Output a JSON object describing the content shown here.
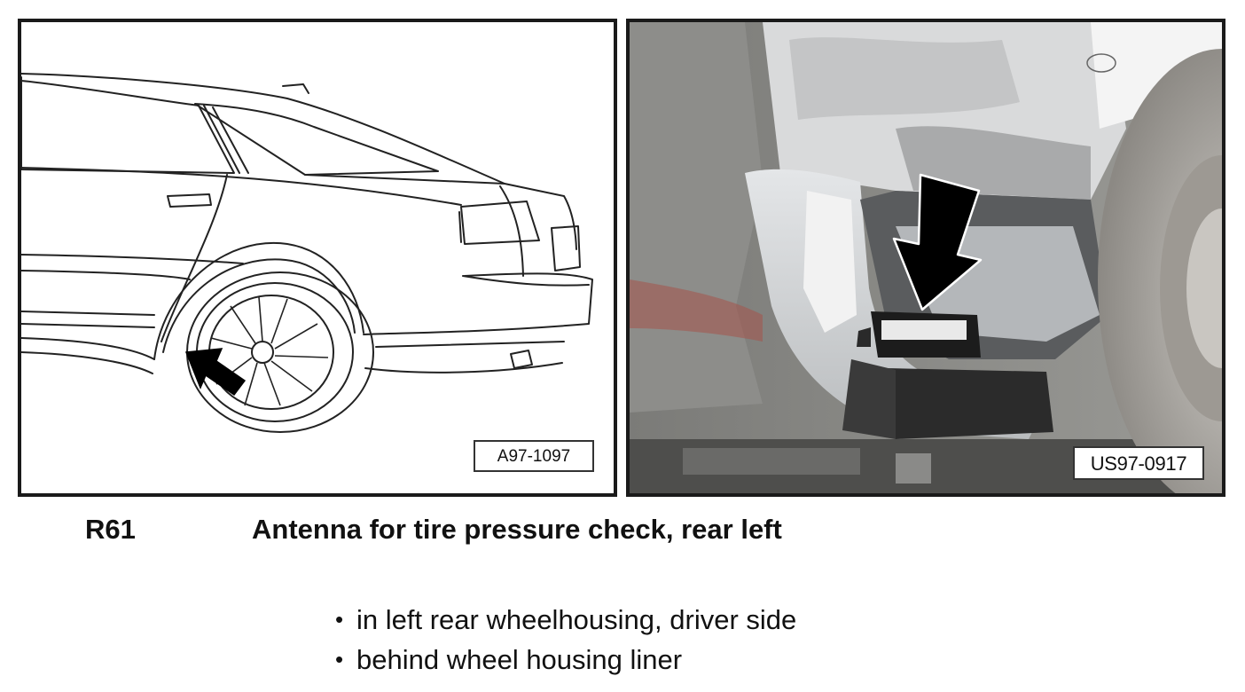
{
  "left_figure": {
    "reference_code": "A97-1097"
  },
  "right_figure": {
    "reference_code": "US97-0917"
  },
  "component": {
    "code": "R61",
    "title": "Antenna for tire pressure check, rear left"
  },
  "location_bullets": [
    {
      "symbol": "•",
      "text": "in left rear wheelhousing, driver side"
    },
    {
      "symbol": "•",
      "text": "behind wheel housing liner"
    }
  ],
  "colors": {
    "frame": "#1a1a1a",
    "arrow": "#000000",
    "paint_silver": "#b9bcbe",
    "disc_metal": "#a8a49f"
  }
}
